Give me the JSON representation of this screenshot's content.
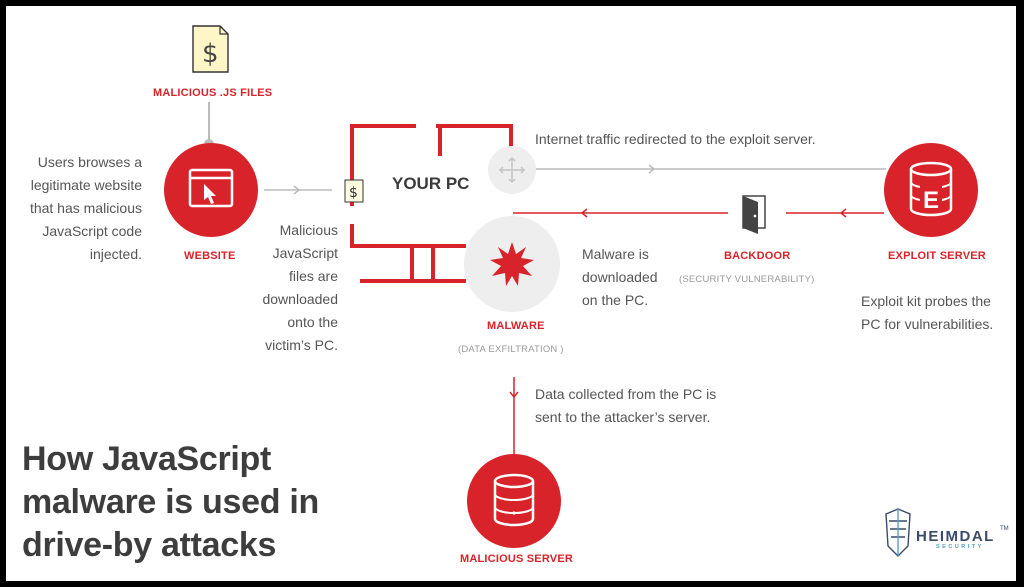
{
  "title": "How JavaScript malware is used in drive-by attacks",
  "your_pc": "YOUR PC",
  "nodes": {
    "js_files": {
      "label": "MALICIOUS .JS FILES",
      "icon": "js-file-icon"
    },
    "website": {
      "label": "WEBSITE",
      "icon": "browser-cursor-icon"
    },
    "malware": {
      "label": "MALWARE",
      "sublabel": "(DATA EXFILTRATION )",
      "icon": "malware-burst-icon"
    },
    "backdoor": {
      "label": "BACKDOOR",
      "sublabel": "(SECURITY VULNERABILITY)",
      "icon": "door-icon"
    },
    "exploit_server": {
      "label": "EXPLOIT SERVER",
      "icon": "database-e-icon"
    },
    "malicious_server": {
      "label": "MALICIOUS SERVER",
      "icon": "database-icon"
    }
  },
  "annotations": {
    "users_browse": "Users browses a legitimate website that has malicious JavaScript code injected.",
    "js_downloaded": "Malicious JavaScript files are downloaded onto the victim’s PC.",
    "traffic_redirect": "Internet traffic redirected to the exploit server.",
    "malware_downloaded": "Malware is downloaded on the PC.",
    "exploit_probe": "Exploit kit probes the PC for vulnerabilities.",
    "data_collected": "Data collected from the PC is sent to the attacker’s server."
  },
  "brand": {
    "name": "HEIMDAL",
    "tm": "TM",
    "sub": "SECURITY"
  },
  "colors": {
    "accent": "#d8232a",
    "gray_circle": "#eeeeee",
    "line": "#bbbbbb",
    "text": "#555555",
    "title": "#3d3d3d"
  }
}
